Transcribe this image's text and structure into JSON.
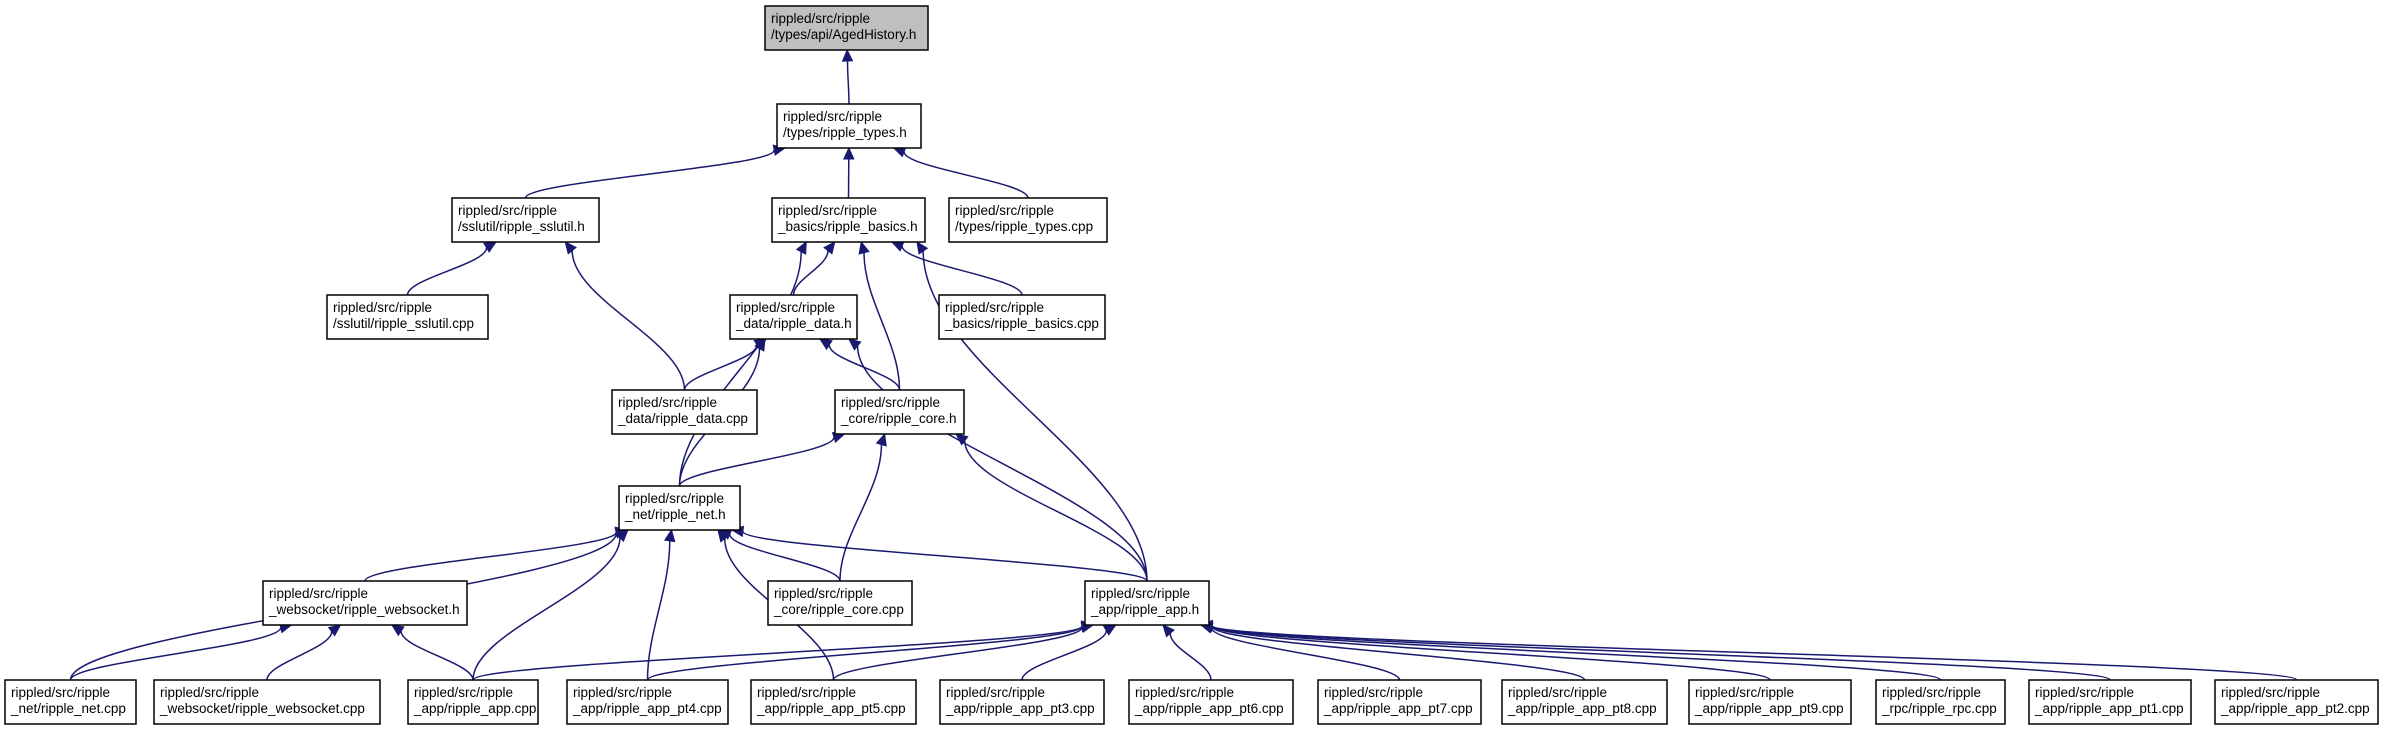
{
  "nodes": {
    "aged_history_h": [
      "rippled/src/ripple",
      "/types/api/AgedHistory.h"
    ],
    "ripple_types_h": [
      "rippled/src/ripple",
      "/types/ripple_types.h"
    ],
    "ripple_sslutil_h": [
      "rippled/src/ripple",
      "/sslutil/ripple_sslutil.h"
    ],
    "ripple_basics_h": [
      "rippled/src/ripple",
      "_basics/ripple_basics.h"
    ],
    "ripple_types_cpp": [
      "rippled/src/ripple",
      "/types/ripple_types.cpp"
    ],
    "ripple_sslutil_cpp": [
      "rippled/src/ripple",
      "/sslutil/ripple_sslutil.cpp"
    ],
    "ripple_data_h": [
      "rippled/src/ripple",
      "_data/ripple_data.h"
    ],
    "ripple_basics_cpp": [
      "rippled/src/ripple",
      "_basics/ripple_basics.cpp"
    ],
    "ripple_data_cpp": [
      "rippled/src/ripple",
      "_data/ripple_data.cpp"
    ],
    "ripple_core_h": [
      "rippled/src/ripple",
      "_core/ripple_core.h"
    ],
    "ripple_net_h": [
      "rippled/src/ripple",
      "_net/ripple_net.h"
    ],
    "ripple_websocket_h": [
      "rippled/src/ripple",
      "_websocket/ripple_websocket.h"
    ],
    "ripple_core_cpp": [
      "rippled/src/ripple",
      "_core/ripple_core.cpp"
    ],
    "ripple_app_h": [
      "rippled/src/ripple",
      "_app/ripple_app.h"
    ],
    "ripple_net_cpp": [
      "rippled/src/ripple",
      "_net/ripple_net.cpp"
    ],
    "ripple_websocket_cpp": [
      "rippled/src/ripple",
      "_websocket/ripple_websocket.cpp"
    ],
    "ripple_app_cpp": [
      "rippled/src/ripple",
      "_app/ripple_app.cpp"
    ],
    "ripple_app_pt4_cpp": [
      "rippled/src/ripple",
      "_app/ripple_app_pt4.cpp"
    ],
    "ripple_app_pt5_cpp": [
      "rippled/src/ripple",
      "_app/ripple_app_pt5.cpp"
    ],
    "ripple_app_pt3_cpp": [
      "rippled/src/ripple",
      "_app/ripple_app_pt3.cpp"
    ],
    "ripple_app_pt6_cpp": [
      "rippled/src/ripple",
      "_app/ripple_app_pt6.cpp"
    ],
    "ripple_app_pt7_cpp": [
      "rippled/src/ripple",
      "_app/ripple_app_pt7.cpp"
    ],
    "ripple_app_pt8_cpp": [
      "rippled/src/ripple",
      "_app/ripple_app_pt8.cpp"
    ],
    "ripple_app_pt9_cpp": [
      "rippled/src/ripple",
      "_app/ripple_app_pt9.cpp"
    ],
    "ripple_rpc_cpp": [
      "rippled/src/ripple",
      "_rpc/ripple_rpc.cpp"
    ],
    "ripple_app_pt1_cpp": [
      "rippled/src/ripple",
      "_app/ripple_app_pt1.cpp"
    ],
    "ripple_app_pt2_cpp": [
      "rippled/src/ripple",
      "_app/ripple_app_pt2.cpp"
    ]
  },
  "root_node": "aged_history_h",
  "edges": [
    [
      "ripple_types_h",
      "aged_history_h"
    ],
    [
      "ripple_sslutil_h",
      "ripple_types_h"
    ],
    [
      "ripple_basics_h",
      "ripple_types_h"
    ],
    [
      "ripple_types_cpp",
      "ripple_types_h"
    ],
    [
      "ripple_sslutil_cpp",
      "ripple_sslutil_h"
    ],
    [
      "ripple_data_cpp",
      "ripple_sslutil_h"
    ],
    [
      "ripple_data_h",
      "ripple_basics_h"
    ],
    [
      "ripple_basics_cpp",
      "ripple_basics_h"
    ],
    [
      "ripple_core_h",
      "ripple_basics_h"
    ],
    [
      "ripple_net_h",
      "ripple_basics_h"
    ],
    [
      "ripple_app_h",
      "ripple_basics_h"
    ],
    [
      "ripple_data_cpp",
      "ripple_data_h"
    ],
    [
      "ripple_core_h",
      "ripple_data_h"
    ],
    [
      "ripple_net_h",
      "ripple_data_h"
    ],
    [
      "ripple_app_h",
      "ripple_data_h"
    ],
    [
      "ripple_net_h",
      "ripple_core_h"
    ],
    [
      "ripple_core_cpp",
      "ripple_core_h"
    ],
    [
      "ripple_app_h",
      "ripple_core_h"
    ],
    [
      "ripple_websocket_h",
      "ripple_net_h"
    ],
    [
      "ripple_net_cpp",
      "ripple_net_h"
    ],
    [
      "ripple_core_cpp",
      "ripple_net_h"
    ],
    [
      "ripple_app_h",
      "ripple_net_h"
    ],
    [
      "ripple_app_cpp",
      "ripple_net_h"
    ],
    [
      "ripple_app_pt4_cpp",
      "ripple_net_h"
    ],
    [
      "ripple_app_pt5_cpp",
      "ripple_net_h"
    ],
    [
      "ripple_net_cpp",
      "ripple_websocket_h"
    ],
    [
      "ripple_websocket_cpp",
      "ripple_websocket_h"
    ],
    [
      "ripple_app_cpp",
      "ripple_websocket_h"
    ],
    [
      "ripple_app_cpp",
      "ripple_app_h"
    ],
    [
      "ripple_app_pt4_cpp",
      "ripple_app_h"
    ],
    [
      "ripple_app_pt5_cpp",
      "ripple_app_h"
    ],
    [
      "ripple_app_pt3_cpp",
      "ripple_app_h"
    ],
    [
      "ripple_app_pt6_cpp",
      "ripple_app_h"
    ],
    [
      "ripple_app_pt7_cpp",
      "ripple_app_h"
    ],
    [
      "ripple_app_pt8_cpp",
      "ripple_app_h"
    ],
    [
      "ripple_app_pt9_cpp",
      "ripple_app_h"
    ],
    [
      "ripple_rpc_cpp",
      "ripple_app_h"
    ],
    [
      "ripple_app_pt1_cpp",
      "ripple_app_h"
    ],
    [
      "ripple_app_pt2_cpp",
      "ripple_app_h"
    ]
  ],
  "colors": {
    "edge": "#191970",
    "node_border": "#000000",
    "node_fill": "#ffffff",
    "root_fill": "#bfbfbf"
  }
}
